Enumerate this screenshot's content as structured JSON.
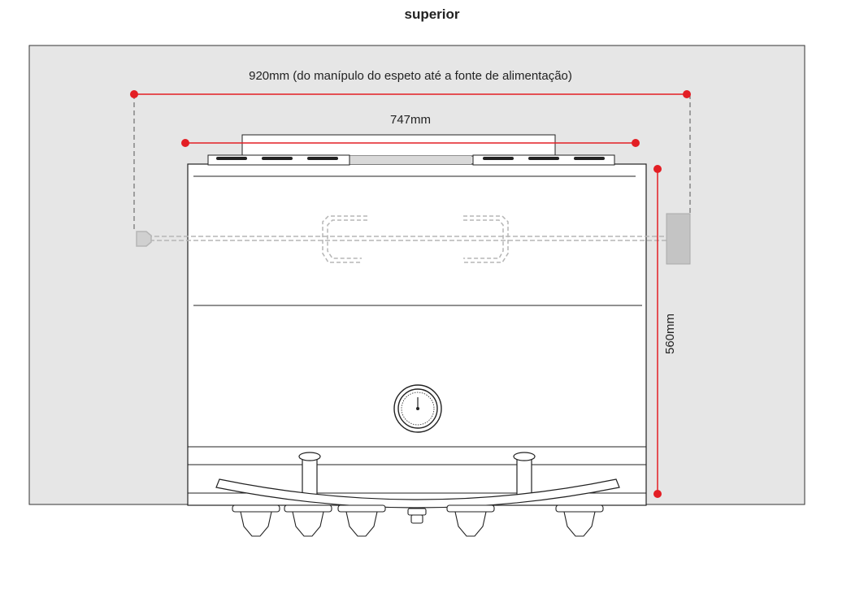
{
  "view_label": "superior",
  "dimensions": {
    "overall_with_spit": "920mm (do manípulo do espeto até a fonte de alimentação)",
    "width": "747mm",
    "depth": "560mm"
  },
  "colors": {
    "background_panel": "#e6e6e6",
    "dimension_line": "#e31e24",
    "outline": "#222222",
    "rotisserie_hint": "#b5b5b5"
  }
}
